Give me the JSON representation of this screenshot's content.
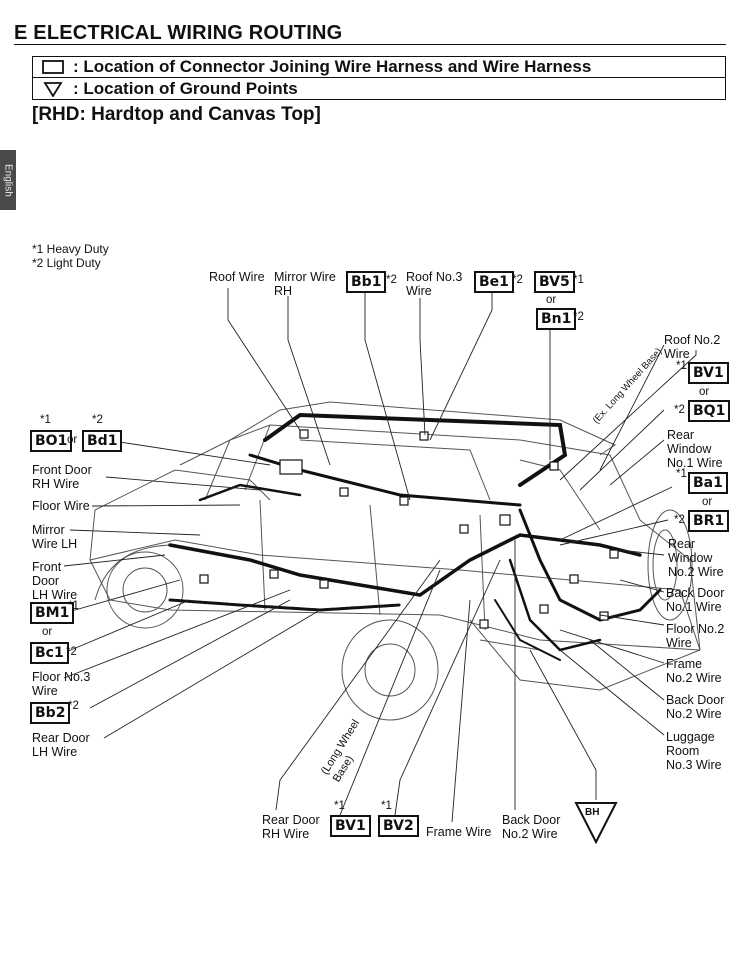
{
  "header": {
    "title": "E   ELECTRICAL WIRING ROUTING",
    "legend_connector": ": Location of Connector Joining Wire Harness and Wire Harness",
    "legend_ground": ": Location of Ground Points",
    "subtitle": "[RHD: Hardtop and Canvas Top]"
  },
  "side_tab": "English",
  "notes": {
    "heavy": "*1 Heavy Duty",
    "light": "*2 Light Duty"
  },
  "markers": {
    "s1": "*1",
    "s2": "*2",
    "or": "or"
  },
  "labels": {
    "roof_wire": "Roof Wire",
    "mirror_wire_rh": "Mirror Wire\nRH",
    "roof_no3_wire": "Roof No.3\nWire",
    "roof_no2_wire": "Roof No.2\nWire",
    "ex_long_wheel_base": "(Ex. Long Wheel Base)",
    "rear_window_no1_wire": "Rear\nWindow\nNo.1 Wire",
    "rear_window_no2_wire": "Rear\nWindow\nNo.2 Wire",
    "back_door_no1_wire": "Back Door\nNo.1 Wire",
    "floor_no2_wire": "Floor No.2\nWire",
    "frame_no2_wire": "Frame\nNo.2 Wire",
    "back_door_no2_wire_r": "Back Door\nNo.2 Wire",
    "luggage_room_no3_wire": "Luggage\nRoom\nNo.3 Wire",
    "front_door_rh_wire": "Front Door\nRH Wire",
    "floor_wire": "Floor Wire",
    "mirror_wire_lh": "Mirror\nWire LH",
    "front_door_lh_wire": "Front\nDoor\nLH Wire",
    "floor_no3_wire": "Floor No.3\nWire",
    "rear_door_lh_wire": "Rear Door\nLH Wire",
    "long_wheel_base": "(Long Wheel\nBase)",
    "rear_door_rh_wire": "Rear Door\nRH Wire",
    "frame_wire": "Frame Wire",
    "back_door_no2_wire_b": "Back Door\nNo.2 Wire"
  },
  "connectors": {
    "bb1": "Bb1",
    "be1": "Be1",
    "bv5": "BV5",
    "bn1": "Bn1",
    "bv1_r": "BV1",
    "bq1": "BQ1",
    "ba1": "Ba1",
    "br1": "BR1",
    "bo1": "BO1",
    "bd1": "Bd1",
    "bm1": "BM1",
    "bc1": "Bc1",
    "bb2": "Bb2",
    "bv1_b": "BV1",
    "bv2": "BV2",
    "bh": "BH"
  }
}
